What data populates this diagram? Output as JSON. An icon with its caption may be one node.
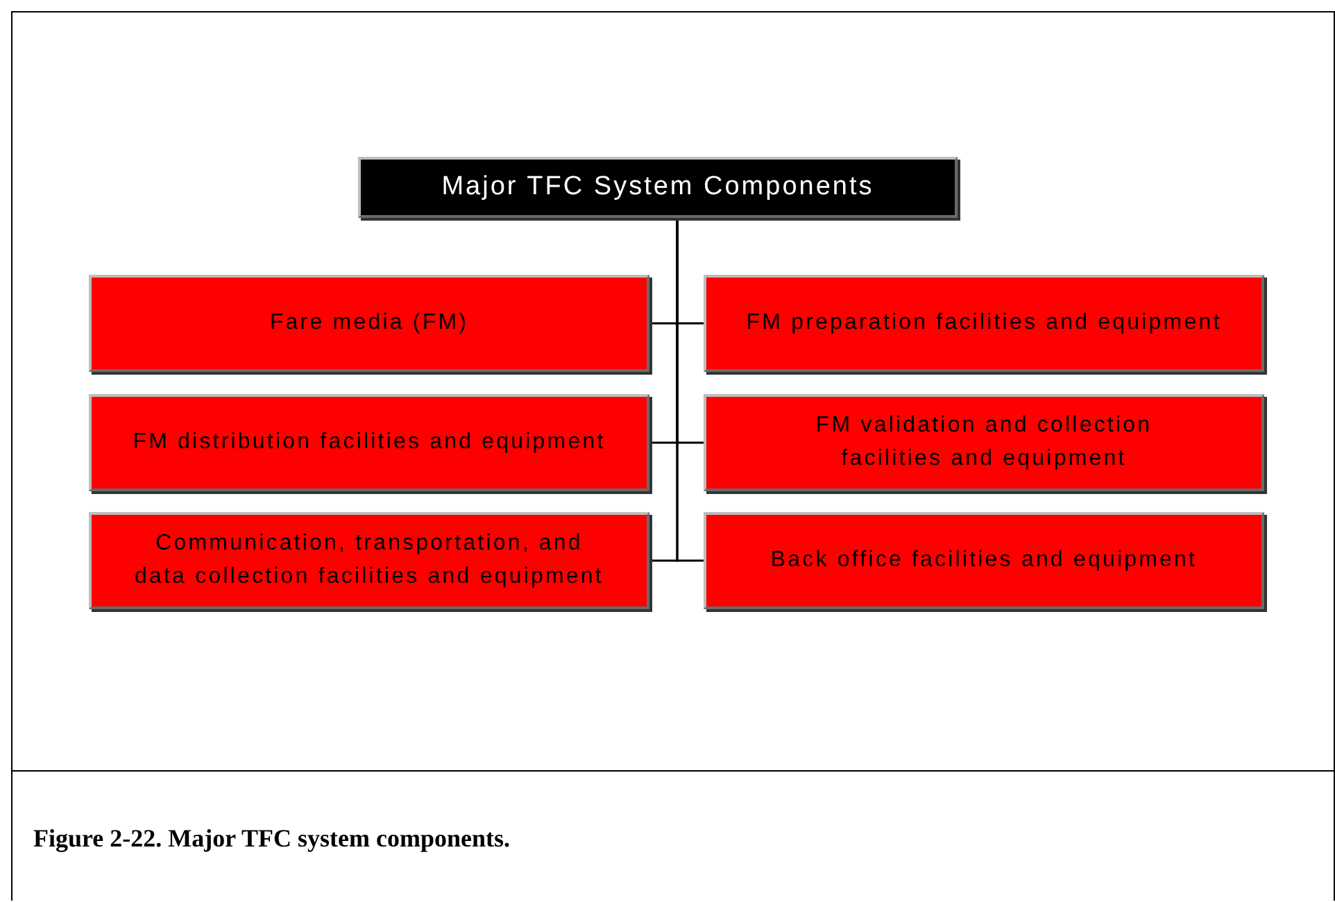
{
  "diagram": {
    "caption": "Figure 2-22. Major TFC system components.",
    "nodes": [
      {
        "text": [
          "Major TFC System Components"
        ]
      },
      {
        "text": [
          "Fare media (FM)"
        ]
      },
      {
        "text": [
          "FM preparation facilities and equipment"
        ]
      },
      {
        "text": [
          "FM distribution facilities and equipment"
        ]
      },
      {
        "text": [
          "FM validation and collection facilities and equipment"
        ]
      },
      {
        "text": [
          "Communication, transportation, and data collection facilities and equipment"
        ]
      },
      {
        "text": [
          "Back office facilities and equipment"
        ]
      }
    ],
    "edges": [
      {
        "from": 0,
        "to": 1,
        "arrow": "none"
      },
      {
        "from": 0,
        "to": 2,
        "arrow": "none"
      },
      {
        "from": 0,
        "to": 3,
        "arrow": "none"
      },
      {
        "from": 0,
        "to": 4,
        "arrow": "none"
      },
      {
        "from": 0,
        "to": 5,
        "arrow": "none"
      },
      {
        "from": 0,
        "to": 6,
        "arrow": "none"
      }
    ]
  }
}
